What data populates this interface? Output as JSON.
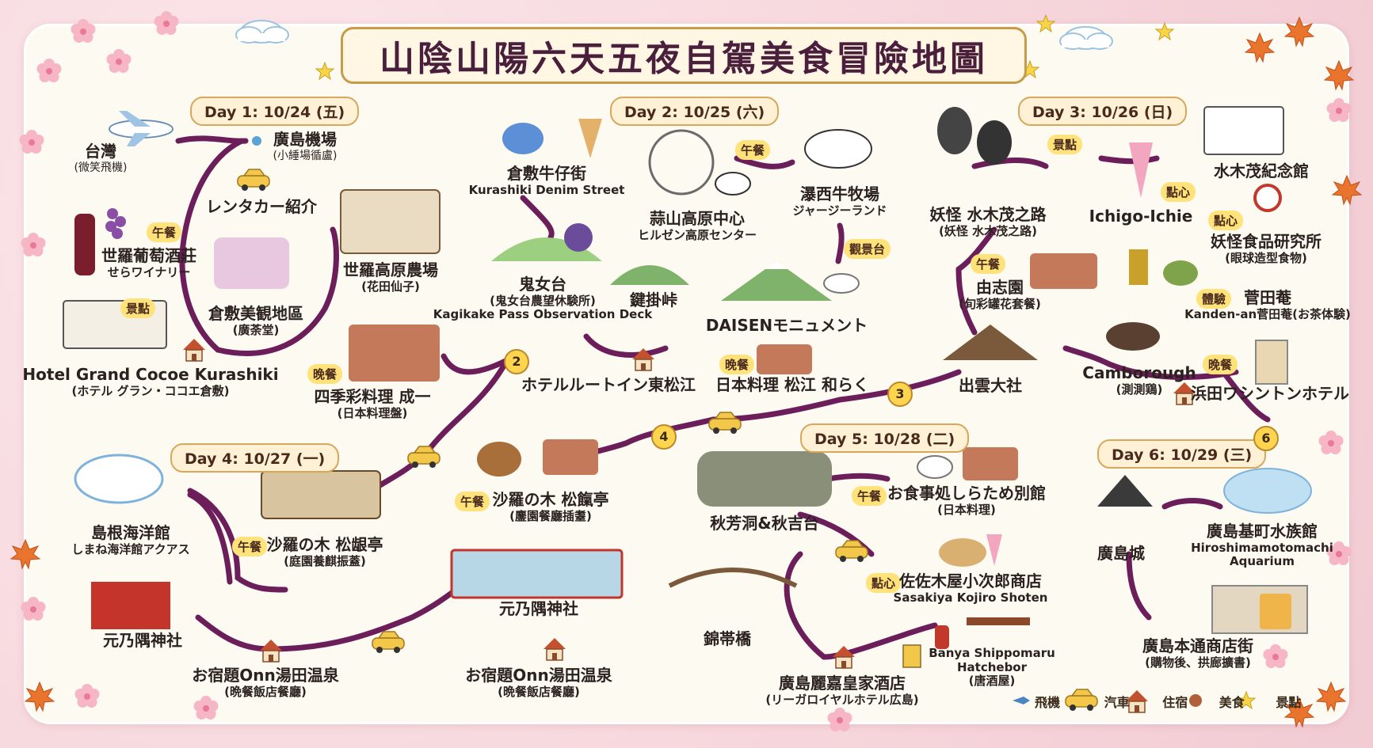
{
  "title": "山陰山陽六天五夜自駕美食冒險地圖",
  "days": {
    "d1": "Day 1: 10/24 (五)",
    "d2": "Day 2: 10/25 (六)",
    "d3": "Day 3: 10/26 (日)",
    "d4": "Day 4: 10/27 (一)",
    "d5": "Day 5: 10/28 (二)",
    "d6": "Day 6: 10/29 (三)"
  },
  "numbers": {
    "n2": "2",
    "n3": "3",
    "n4": "4",
    "n6": "6"
  },
  "tags": {
    "lunch": "午餐",
    "dinner": "晚餐",
    "sightseeing": "景點",
    "snack": "點心",
    "observation": "觀景台",
    "experience": "體驗"
  },
  "places": {
    "taiwan": {
      "name": "台灣",
      "sub": "(微笑飛機)"
    },
    "hiroshima_airport": {
      "name": "廣島機場",
      "sub": "(小綞場循盧)"
    },
    "rental": {
      "name": "レンタカー紹介"
    },
    "winery": {
      "name": "世羅葡萄酒莊",
      "sub": "せらワイナリー"
    },
    "sera_farm": {
      "name": "世羅高原農場",
      "sub": "(花田仙子)"
    },
    "kurashiki_bikan": {
      "name": "倉敷美観地區",
      "sub": "(廣荼堂)"
    },
    "hotel_cocoe": {
      "name": "Hotel Grand Cocoe Kurashiki",
      "sub": "(ホテル グラン・ココエ倉敷)"
    },
    "shiki": {
      "name": "四季彩料理 成一",
      "sub": "(日本料理盤)"
    },
    "kurashiki_jeans": {
      "name": "倉敷牛仔街",
      "sub": "Kurashiki Denim Street"
    },
    "hiruzen": {
      "name": "蒜山高原中心",
      "sub": "ヒルゼン高原センター"
    },
    "jersey": {
      "name": "瀑西牛牧場",
      "sub": "ジャージーランド"
    },
    "onimegadai": {
      "name": "鬼女台",
      "sub": "(鬼女台農望休験所)",
      "en": "Kagikake Pass Observation Deck"
    },
    "kagikake": {
      "name": "鍵掛峠"
    },
    "daisen": {
      "name": "DAISENモニュメント"
    },
    "route_inn": {
      "name": "ホテルルートイン東松江"
    },
    "warakur": {
      "name": "日本料理 松江 和らく"
    },
    "youkai_road": {
      "name": "妖怪 水木茂之路",
      "sub": "(妖怪 水木茂之路)"
    },
    "ichigo": {
      "name": "Ichigo-Ichie"
    },
    "mizuki_museum": {
      "name": "水木茂紀念館"
    },
    "youkai_food": {
      "name": "妖怪食品研究所",
      "sub": "(眼球造型食物)"
    },
    "yushien": {
      "name": "由志園",
      "sub": "(旬彩罐花套餐)"
    },
    "kandenan": {
      "name": "菅田菴",
      "sub": "Kanden-an菅田菴(お茶体験)"
    },
    "izumo": {
      "name": "出雲大社"
    },
    "camborough": {
      "name": "Camborough",
      "sub": "(測測鶏)"
    },
    "hamada_hotel": {
      "name": "浜田ワシントンホテル"
    },
    "aquas": {
      "name": "島根海洋館",
      "sub": "しまね海洋館アクアス"
    },
    "sarasonoki_a": {
      "name": "沙羅の木 松龈亭",
      "sub": "(庭園養麒振蓋)"
    },
    "motonosumi_a": {
      "name": "元乃隅神社"
    },
    "onn_a": {
      "name": "お宿題Onn湯田温泉",
      "sub": "(晩餐飯店餐廳)"
    },
    "sarasonoki_b": {
      "name": "沙羅の木 松餼亭",
      "sub": "(鏖園餐廳插耋)"
    },
    "motonosumi_b": {
      "name": "元乃隅神社"
    },
    "onn_b": {
      "name": "お宿題Onn湯田温泉",
      "sub": "(晩餐飯店餐廳)"
    },
    "akiyoshido": {
      "name": "秋芳洞&秋吉台"
    },
    "shiratame": {
      "name": "お食事処しらため別館",
      "sub": "(日本料理)"
    },
    "sasakiya": {
      "name": "佐佐木屋小次郎商店",
      "sub": "Sasakiya Kojiro Shoten"
    },
    "kintaikyo": {
      "name": "錦帯橋"
    },
    "banya": {
      "name": "Banya Shippomaru",
      "sub": "Hatchebor",
      "sub2": "(唐酒屋)"
    },
    "rihga": {
      "name": "廣島麗嘉皇家酒店",
      "sub": "(リーガロイヤルホテル広島)"
    },
    "hiroshima_castle": {
      "name": "廣島城"
    },
    "aquarium": {
      "name": "廣島基町水族館",
      "sub": "Hiroshimamotomachi",
      "sub2": "Aquarium"
    },
    "hondori": {
      "name": "廣島本通商店街",
      "sub": "(購物後、拱廊擴書)"
    }
  },
  "legend": {
    "plane": "飛機",
    "car": "汽車",
    "lodging": "住宿",
    "food": "美食",
    "sight": "景點"
  },
  "icons": [
    "plane-icon",
    "car-icon",
    "house-icon",
    "bowl-icon",
    "star-icon",
    "sakura-icon",
    "maple-leaf-icon",
    "cloud-icon"
  ],
  "colors": {
    "route": "#6b1e5a",
    "tag": "#ffe37a",
    "day_badge": "#fff1d6",
    "title": "#4a1f3b"
  }
}
